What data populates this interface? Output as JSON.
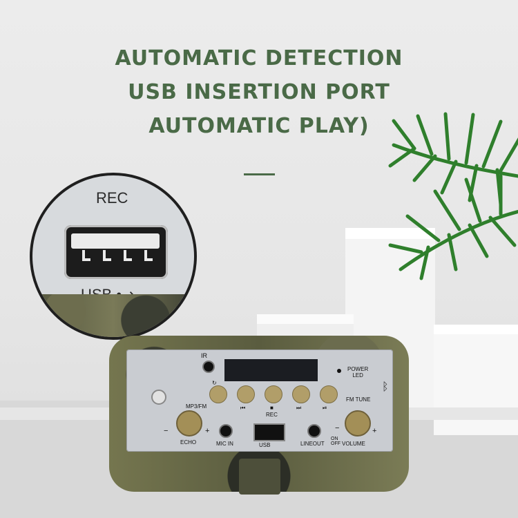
{
  "heading": {
    "line1": "AUTOMATIC DETECTION",
    "line2": "USB INSERTION PORT",
    "line3": "AUTOMATIC PLAY)"
  },
  "zoom_labels": {
    "rec": "REC",
    "usb": "USB"
  },
  "panel_labels": {
    "ir": "IR",
    "power_led": "POWER\nLED",
    "mp3_fm": "MP3/FM",
    "rec": "REC",
    "fm_tune": "FM TUNE",
    "echo": "ECHO",
    "mic_in": "MIC IN",
    "usb": "USB",
    "lineout": "LINEOUT",
    "on_off": "ON\nOFF",
    "volume": "VOLUME",
    "minus_left": "−",
    "plus_left": "+",
    "minus_right": "−",
    "plus_right": "+"
  },
  "colors": {
    "heading": "#4a6a47",
    "background": "#e6e6e6",
    "camo_dark": "#3b3d31",
    "camo_light": "#7b7c56"
  }
}
